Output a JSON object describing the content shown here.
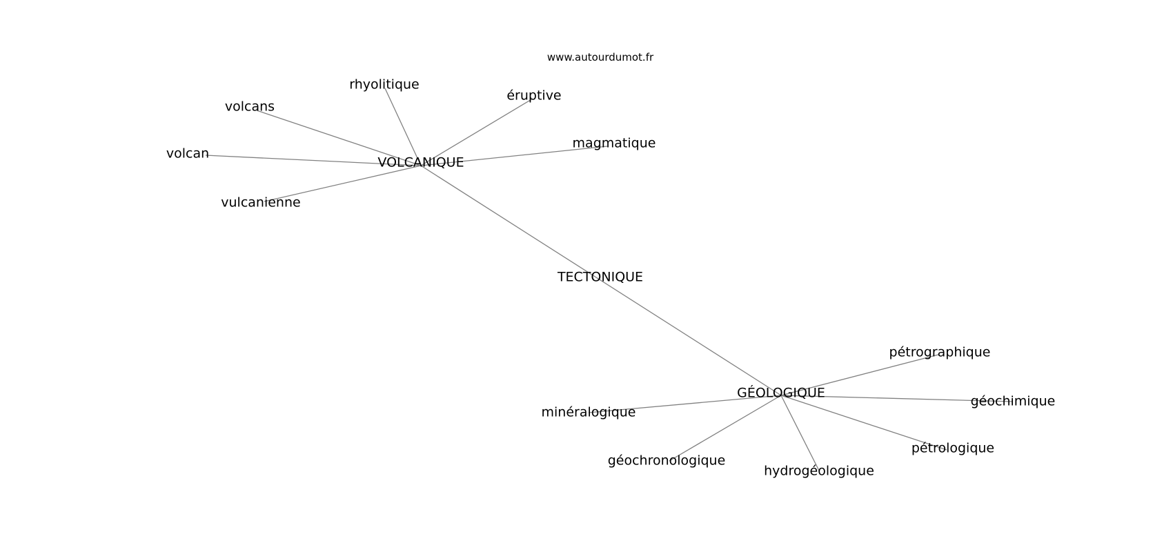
{
  "watermark": "www.autourdumot.fr",
  "colors": {
    "background": "#ffffff",
    "edge": "#808080",
    "text": "#000000"
  },
  "graph": {
    "nodes": [
      {
        "id": "tectonique",
        "label": "TECTONIQUE"
      },
      {
        "id": "volcanique",
        "label": "VOLCANIQUE"
      },
      {
        "id": "geologique",
        "label": "GÉOLOGIQUE"
      },
      {
        "id": "rhyolitique",
        "label": "rhyolitique"
      },
      {
        "id": "volcans",
        "label": "volcans"
      },
      {
        "id": "eruptive",
        "label": "éruptive"
      },
      {
        "id": "magmatique",
        "label": "magmatique"
      },
      {
        "id": "volcan",
        "label": "volcan"
      },
      {
        "id": "vulcanienne",
        "label": "vulcanienne"
      },
      {
        "id": "petrographique",
        "label": "pétrographique"
      },
      {
        "id": "geochimique",
        "label": "géochimique"
      },
      {
        "id": "mineralogique",
        "label": "minéralogique"
      },
      {
        "id": "petrologique",
        "label": "pétrologique"
      },
      {
        "id": "geochronologique",
        "label": "géochronologique"
      },
      {
        "id": "hydrogeologique",
        "label": "hydrogéologique"
      }
    ],
    "edges": [
      [
        "volcanique",
        "geologique"
      ],
      [
        "volcanique",
        "rhyolitique"
      ],
      [
        "volcanique",
        "volcans"
      ],
      [
        "volcanique",
        "eruptive"
      ],
      [
        "volcanique",
        "magmatique"
      ],
      [
        "volcanique",
        "volcan"
      ],
      [
        "volcanique",
        "vulcanienne"
      ],
      [
        "geologique",
        "petrographique"
      ],
      [
        "geologique",
        "geochimique"
      ],
      [
        "geologique",
        "mineralogique"
      ],
      [
        "geologique",
        "petrologique"
      ],
      [
        "geologique",
        "geochronologique"
      ],
      [
        "geologique",
        "hydrogeologique"
      ]
    ]
  }
}
